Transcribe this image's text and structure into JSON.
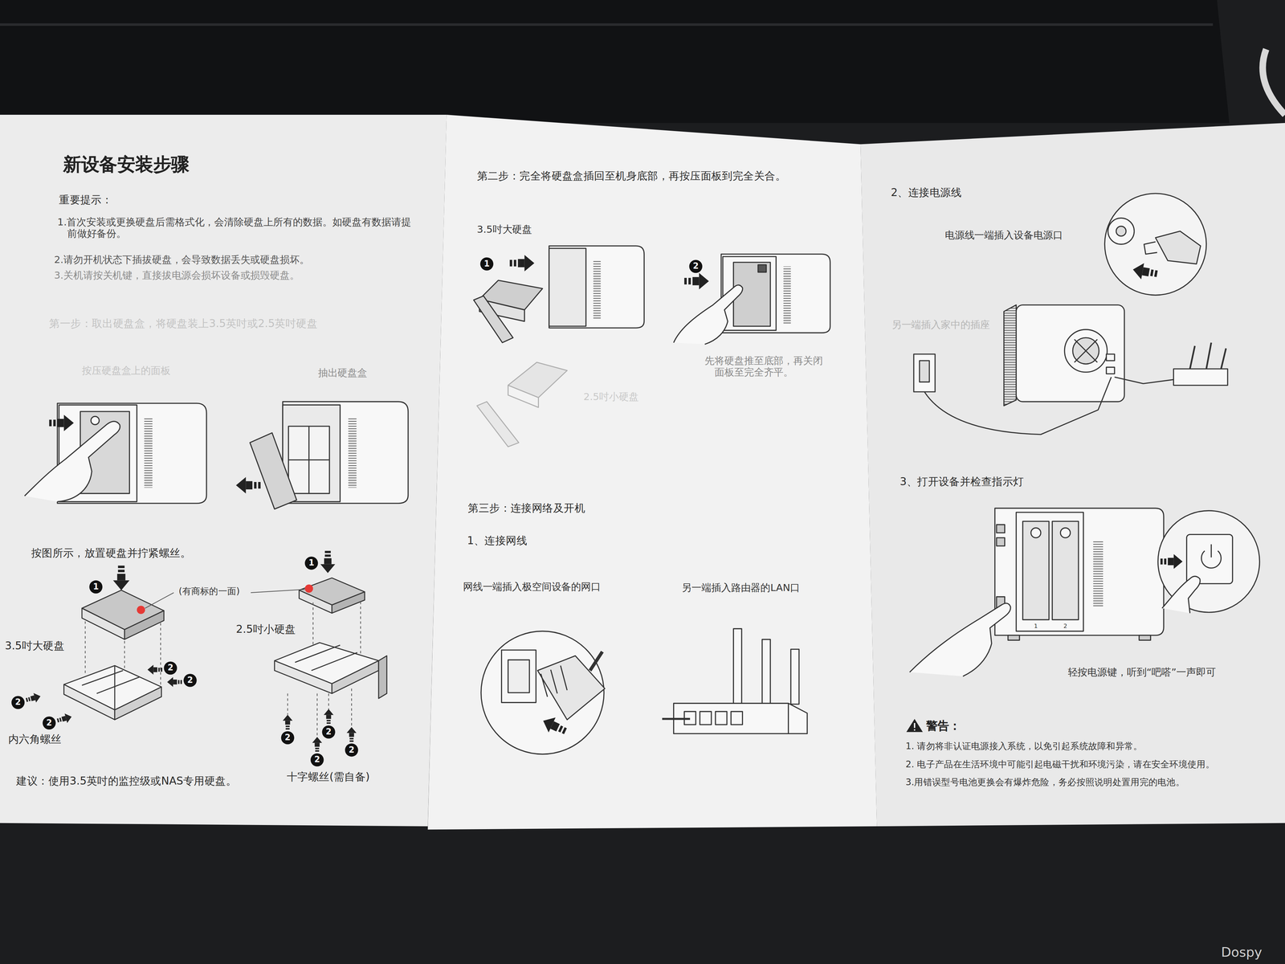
{
  "diagram": {
    "title": "新设备安装步骤",
    "labels": [
      "重要提示：",
      "1.首次安装或更换硬盘后需格式化，会清除硬盘上所有的数据。如硬盘有数据请提前做好备份。",
      "2.请勿开机状态下插拔硬盘，会导致数据丢失或硬盘损坏。",
      "3.关机请按关机键，直接拔电源会损坏设备或损毁硬盘。",
      "第一步：取出硬盘盒，将硬盘装上3.5英吋或2.5英吋硬盘",
      "按压硬盘盒上的面板",
      "抽出硬盘盒",
      "按图所示，放置硬盘并拧紧螺丝。",
      "1",
      "(有商标的一面)",
      "3.5吋大硬盘",
      "1",
      "2.5吋小硬盘",
      "2",
      "2",
      "2",
      "2",
      "内六角螺丝",
      "2",
      "2",
      "2",
      "2",
      "十字螺丝(需自备)",
      "建议：使用3.5英吋的监控级或NAS专用硬盘。",
      "第二步：完全将硬盘盒插回至机身底部，再按压面板到完全关合。",
      "3.5吋大硬盘",
      "1",
      "2",
      "先将硬盘推至底部，再关闭面板至完全齐平。",
      "2.5吋小硬盘",
      "第三步：连接网络及开机",
      "1、连接网线",
      "网线一端插入极空间设备的网口",
      "另一端插入路由器的LAN口",
      "2、连接电源线",
      "电源线一端插入设备电源口",
      "另一端插入家中的插座",
      "3、打开设备并检查指示灯",
      "1",
      "2",
      "轻按电源键，听到“吧嗒”一声即可",
      "警告：",
      "1. 请勿将非认证电源接入系统，以免引起系统故障和异常。",
      "2. 电子产品在生活环境中可能引起电磁干扰和环境污染，请在安全环境使用。",
      "3.用错误型号电池更换会有爆炸危险，务必按照说明处置用完的电池。",
      "Dospy"
    ]
  }
}
